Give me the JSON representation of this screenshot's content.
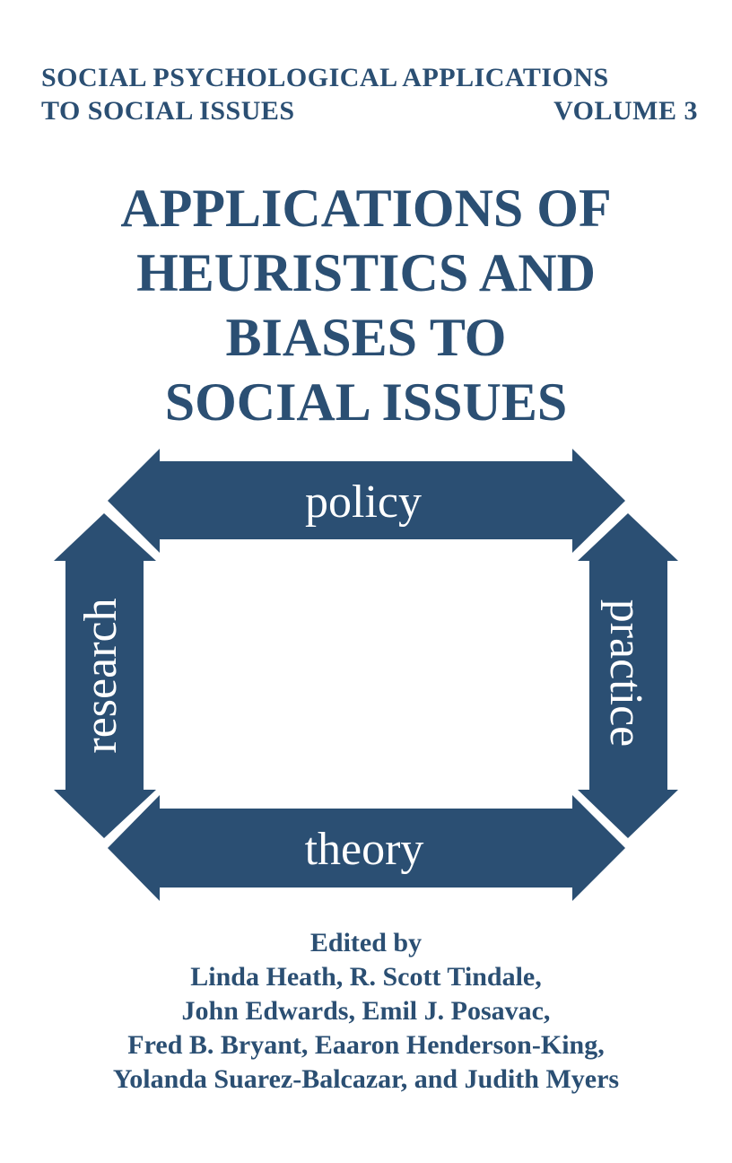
{
  "colors": {
    "primary": "#2b4f73",
    "background": "#ffffff"
  },
  "series": {
    "line1": "SOCIAL PSYCHOLOGICAL APPLICATIONS",
    "line2_left": "TO SOCIAL ISSUES",
    "line2_right": "VOLUME 3"
  },
  "title": {
    "lines": [
      "APPLICATIONS OF",
      "HEURISTICS AND",
      "BIASES TO",
      "SOCIAL ISSUES"
    ]
  },
  "diagram": {
    "top_label": "policy",
    "bottom_label": "theory",
    "left_label": "research",
    "right_label": "practice"
  },
  "editors": {
    "lead": "Edited by",
    "lines": [
      "Linda Heath, R. Scott Tindale,",
      "John Edwards, Emil J. Posavac,",
      "Fred B. Bryant, Eaaron Henderson-King,",
      "Yolanda Suarez-Balcazar, and Judith Myers"
    ]
  }
}
